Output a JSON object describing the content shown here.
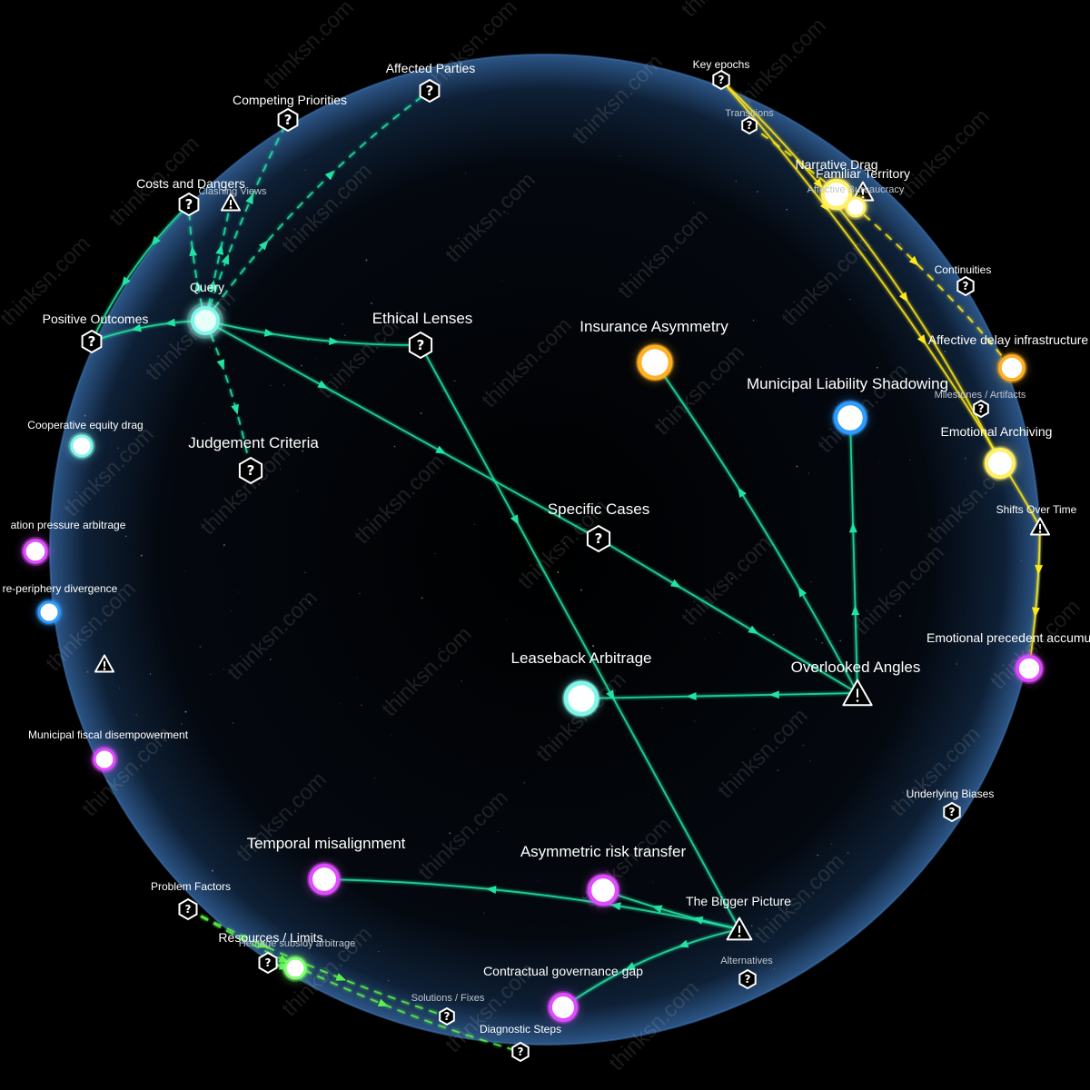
{
  "colors": {
    "background": "#000000",
    "globe": "#0c1a2e",
    "globe_rim": "#4d86c4",
    "link": "#21e3a3",
    "link_yellow": "#ffe81a",
    "link_lime": "#5cf04a",
    "node_cyan": "#7ff7e8",
    "node_orange": "#ffb020",
    "node_blue": "#2f9cff",
    "node_yellow": "#fff066",
    "node_magenta": "#e04cff",
    "node_green": "#7cff6a"
  },
  "watermark_text": "thinksn.com",
  "labels": {
    "query": "Query",
    "ethical_lenses": "Ethical Lenses",
    "judgement_criteria": "Judgement Criteria",
    "costs_and_dangers": "Costs and Dangers",
    "clashing_views": "Clashing Views",
    "competing_priorities": "Competing Priorities",
    "affected_parties": "Affected Parties",
    "positive_outcomes": "Positive Outcomes",
    "cooperative_equity_drag": "Cooperative equity drag",
    "pressure_arbitrage": "ation pressure arbitrage",
    "periphery_divergence": "re-periphery divergence",
    "municipal_fiscal": "Municipal fiscal disempowerment",
    "insurance_asymmetry": "Insurance Asymmetry",
    "municipal_liability": "Municipal Liability Shadowing",
    "specific_cases": "Specific Cases",
    "leaseback_arbitrage": "Leaseback Arbitrage",
    "overlooked_angles": "Overlooked Angles",
    "key_epochs": "Key epochs",
    "transitions": "Transitions",
    "narrative_drag": "Narrative Drag",
    "familiar_territory": "Familiar Territory",
    "affective_bureaucracy": "Affective Bureaucracy",
    "continuities": "Continuities",
    "affective_delay": "Affective delay infrastructure",
    "milestones": "Milestones / Artifacts",
    "emotional_archiving": "Emotional Archiving",
    "shifts_over_time": "Shifts Over Time",
    "emotional_precedent": "Emotional precedent accumu",
    "underlying_biases": "Underlying Biases",
    "temporal_misalignment": "Temporal misalignment",
    "asymmetric_risk": "Asymmetric risk transfer",
    "bigger_picture": "The Bigger Picture",
    "alternatives": "Alternatives",
    "problem_factors": "Problem Factors",
    "resources_limits": "Resources / Limits",
    "heritage_subsidy": "Heritage subsidy arbitrage",
    "contractual_governance": "Contractual governance gap",
    "solutions_fixes": "Solutions / Fixes",
    "diagnostic_steps": "Diagnostic Steps"
  },
  "nodes": [
    {
      "id": "query",
      "kind": "core"
    },
    {
      "id": "ethical_lenses",
      "kind": "question"
    },
    {
      "id": "judgement_criteria",
      "kind": "question"
    },
    {
      "id": "costs_and_dangers",
      "kind": "question"
    },
    {
      "id": "clashing_views",
      "kind": "warning"
    },
    {
      "id": "competing_priorities",
      "kind": "question"
    },
    {
      "id": "affected_parties",
      "kind": "question"
    },
    {
      "id": "positive_outcomes",
      "kind": "question"
    },
    {
      "id": "cooperative_equity_drag",
      "kind": "circle",
      "color": "node_cyan"
    },
    {
      "id": "pressure_arbitrage",
      "kind": "circle",
      "color": "node_magenta"
    },
    {
      "id": "periphery_divergence",
      "kind": "circle",
      "color": "node_blue"
    },
    {
      "id": "left_warning",
      "kind": "warning"
    },
    {
      "id": "municipal_fiscal",
      "kind": "circle",
      "color": "node_magenta"
    },
    {
      "id": "insurance_asymmetry",
      "kind": "circle",
      "color": "node_orange"
    },
    {
      "id": "municipal_liability",
      "kind": "circle",
      "color": "node_blue"
    },
    {
      "id": "specific_cases",
      "kind": "question"
    },
    {
      "id": "leaseback_arbitrage",
      "kind": "circle",
      "color": "node_cyan"
    },
    {
      "id": "overlooked_angles",
      "kind": "warning"
    },
    {
      "id": "key_epochs",
      "kind": "question"
    },
    {
      "id": "transitions",
      "kind": "question"
    },
    {
      "id": "narrative_drag",
      "kind": "circle",
      "color": "node_yellow"
    },
    {
      "id": "familiar_territory",
      "kind": "warning"
    },
    {
      "id": "affective_bureaucracy",
      "kind": "circle",
      "color": "node_yellow"
    },
    {
      "id": "continuities",
      "kind": "question"
    },
    {
      "id": "affective_delay",
      "kind": "circle",
      "color": "node_orange"
    },
    {
      "id": "milestones",
      "kind": "question"
    },
    {
      "id": "emotional_archiving",
      "kind": "circle",
      "color": "node_yellow"
    },
    {
      "id": "shifts_over_time",
      "kind": "warning"
    },
    {
      "id": "emotional_precedent",
      "kind": "circle",
      "color": "node_magenta"
    },
    {
      "id": "underlying_biases",
      "kind": "question"
    },
    {
      "id": "temporal_misalignment",
      "kind": "circle",
      "color": "node_magenta"
    },
    {
      "id": "asymmetric_risk",
      "kind": "circle",
      "color": "node_magenta"
    },
    {
      "id": "bigger_picture",
      "kind": "warning"
    },
    {
      "id": "alternatives",
      "kind": "question"
    },
    {
      "id": "problem_factors",
      "kind": "question"
    },
    {
      "id": "resources_limits",
      "kind": "question"
    },
    {
      "id": "heritage_subsidy",
      "kind": "circle",
      "color": "node_green"
    },
    {
      "id": "contractual_governance",
      "kind": "circle",
      "color": "node_magenta"
    },
    {
      "id": "solutions_fixes",
      "kind": "question"
    },
    {
      "id": "diagnostic_steps",
      "kind": "question"
    }
  ],
  "edges": [
    {
      "from": "query",
      "to": "ethical_lenses",
      "style": "solid",
      "color": "link"
    },
    {
      "from": "query",
      "to": "specific_cases",
      "style": "solid",
      "color": "link"
    },
    {
      "from": "query",
      "to": "judgement_criteria",
      "style": "dashed",
      "color": "link"
    },
    {
      "from": "query",
      "to": "positive_outcomes",
      "style": "solid",
      "color": "link"
    },
    {
      "from": "query",
      "to": "costs_and_dangers",
      "style": "dashed",
      "color": "link"
    },
    {
      "from": "costs_and_dangers",
      "to": "positive_outcomes",
      "style": "solid",
      "color": "link"
    },
    {
      "from": "query",
      "to": "clashing_views",
      "style": "dashed",
      "color": "link"
    },
    {
      "from": "query",
      "to": "competing_priorities",
      "style": "dashed",
      "color": "link"
    },
    {
      "from": "query",
      "to": "affected_parties",
      "style": "dashed",
      "color": "link"
    },
    {
      "from": "ethical_lenses",
      "to": "bigger_picture",
      "style": "solid",
      "color": "link"
    },
    {
      "from": "specific_cases",
      "to": "overlooked_angles",
      "style": "solid",
      "color": "link"
    },
    {
      "from": "overlooked_angles",
      "to": "insurance_asymmetry",
      "style": "solid",
      "color": "link"
    },
    {
      "from": "overlooked_angles",
      "to": "municipal_liability",
      "style": "solid",
      "color": "link"
    },
    {
      "from": "overlooked_angles",
      "to": "leaseback_arbitrage",
      "style": "solid",
      "color": "link"
    },
    {
      "from": "bigger_picture",
      "to": "temporal_misalignment",
      "style": "solid",
      "color": "link"
    },
    {
      "from": "bigger_picture",
      "to": "asymmetric_risk",
      "style": "solid",
      "color": "link"
    },
    {
      "from": "bigger_picture",
      "to": "contractual_governance",
      "style": "solid",
      "color": "link"
    },
    {
      "from": "key_epochs",
      "to": "shifts_over_time",
      "style": "solid",
      "color": "link_yellow"
    },
    {
      "from": "key_epochs",
      "to": "emotional_archiving",
      "style": "solid",
      "color": "link_yellow"
    },
    {
      "from": "transitions",
      "to": "affective_delay",
      "style": "dashed",
      "color": "link_yellow"
    },
    {
      "from": "shifts_over_time",
      "to": "emotional_precedent",
      "style": "solid",
      "color": "link_yellow"
    },
    {
      "from": "problem_factors",
      "to": "diagnostic_steps",
      "style": "dashed",
      "color": "link_lime"
    },
    {
      "from": "problem_factors",
      "to": "solutions_fixes",
      "style": "dashed",
      "color": "link_lime"
    },
    {
      "from": "resources_limits",
      "to": "heritage_subsidy",
      "style": "solid",
      "color": "link_lime"
    }
  ]
}
